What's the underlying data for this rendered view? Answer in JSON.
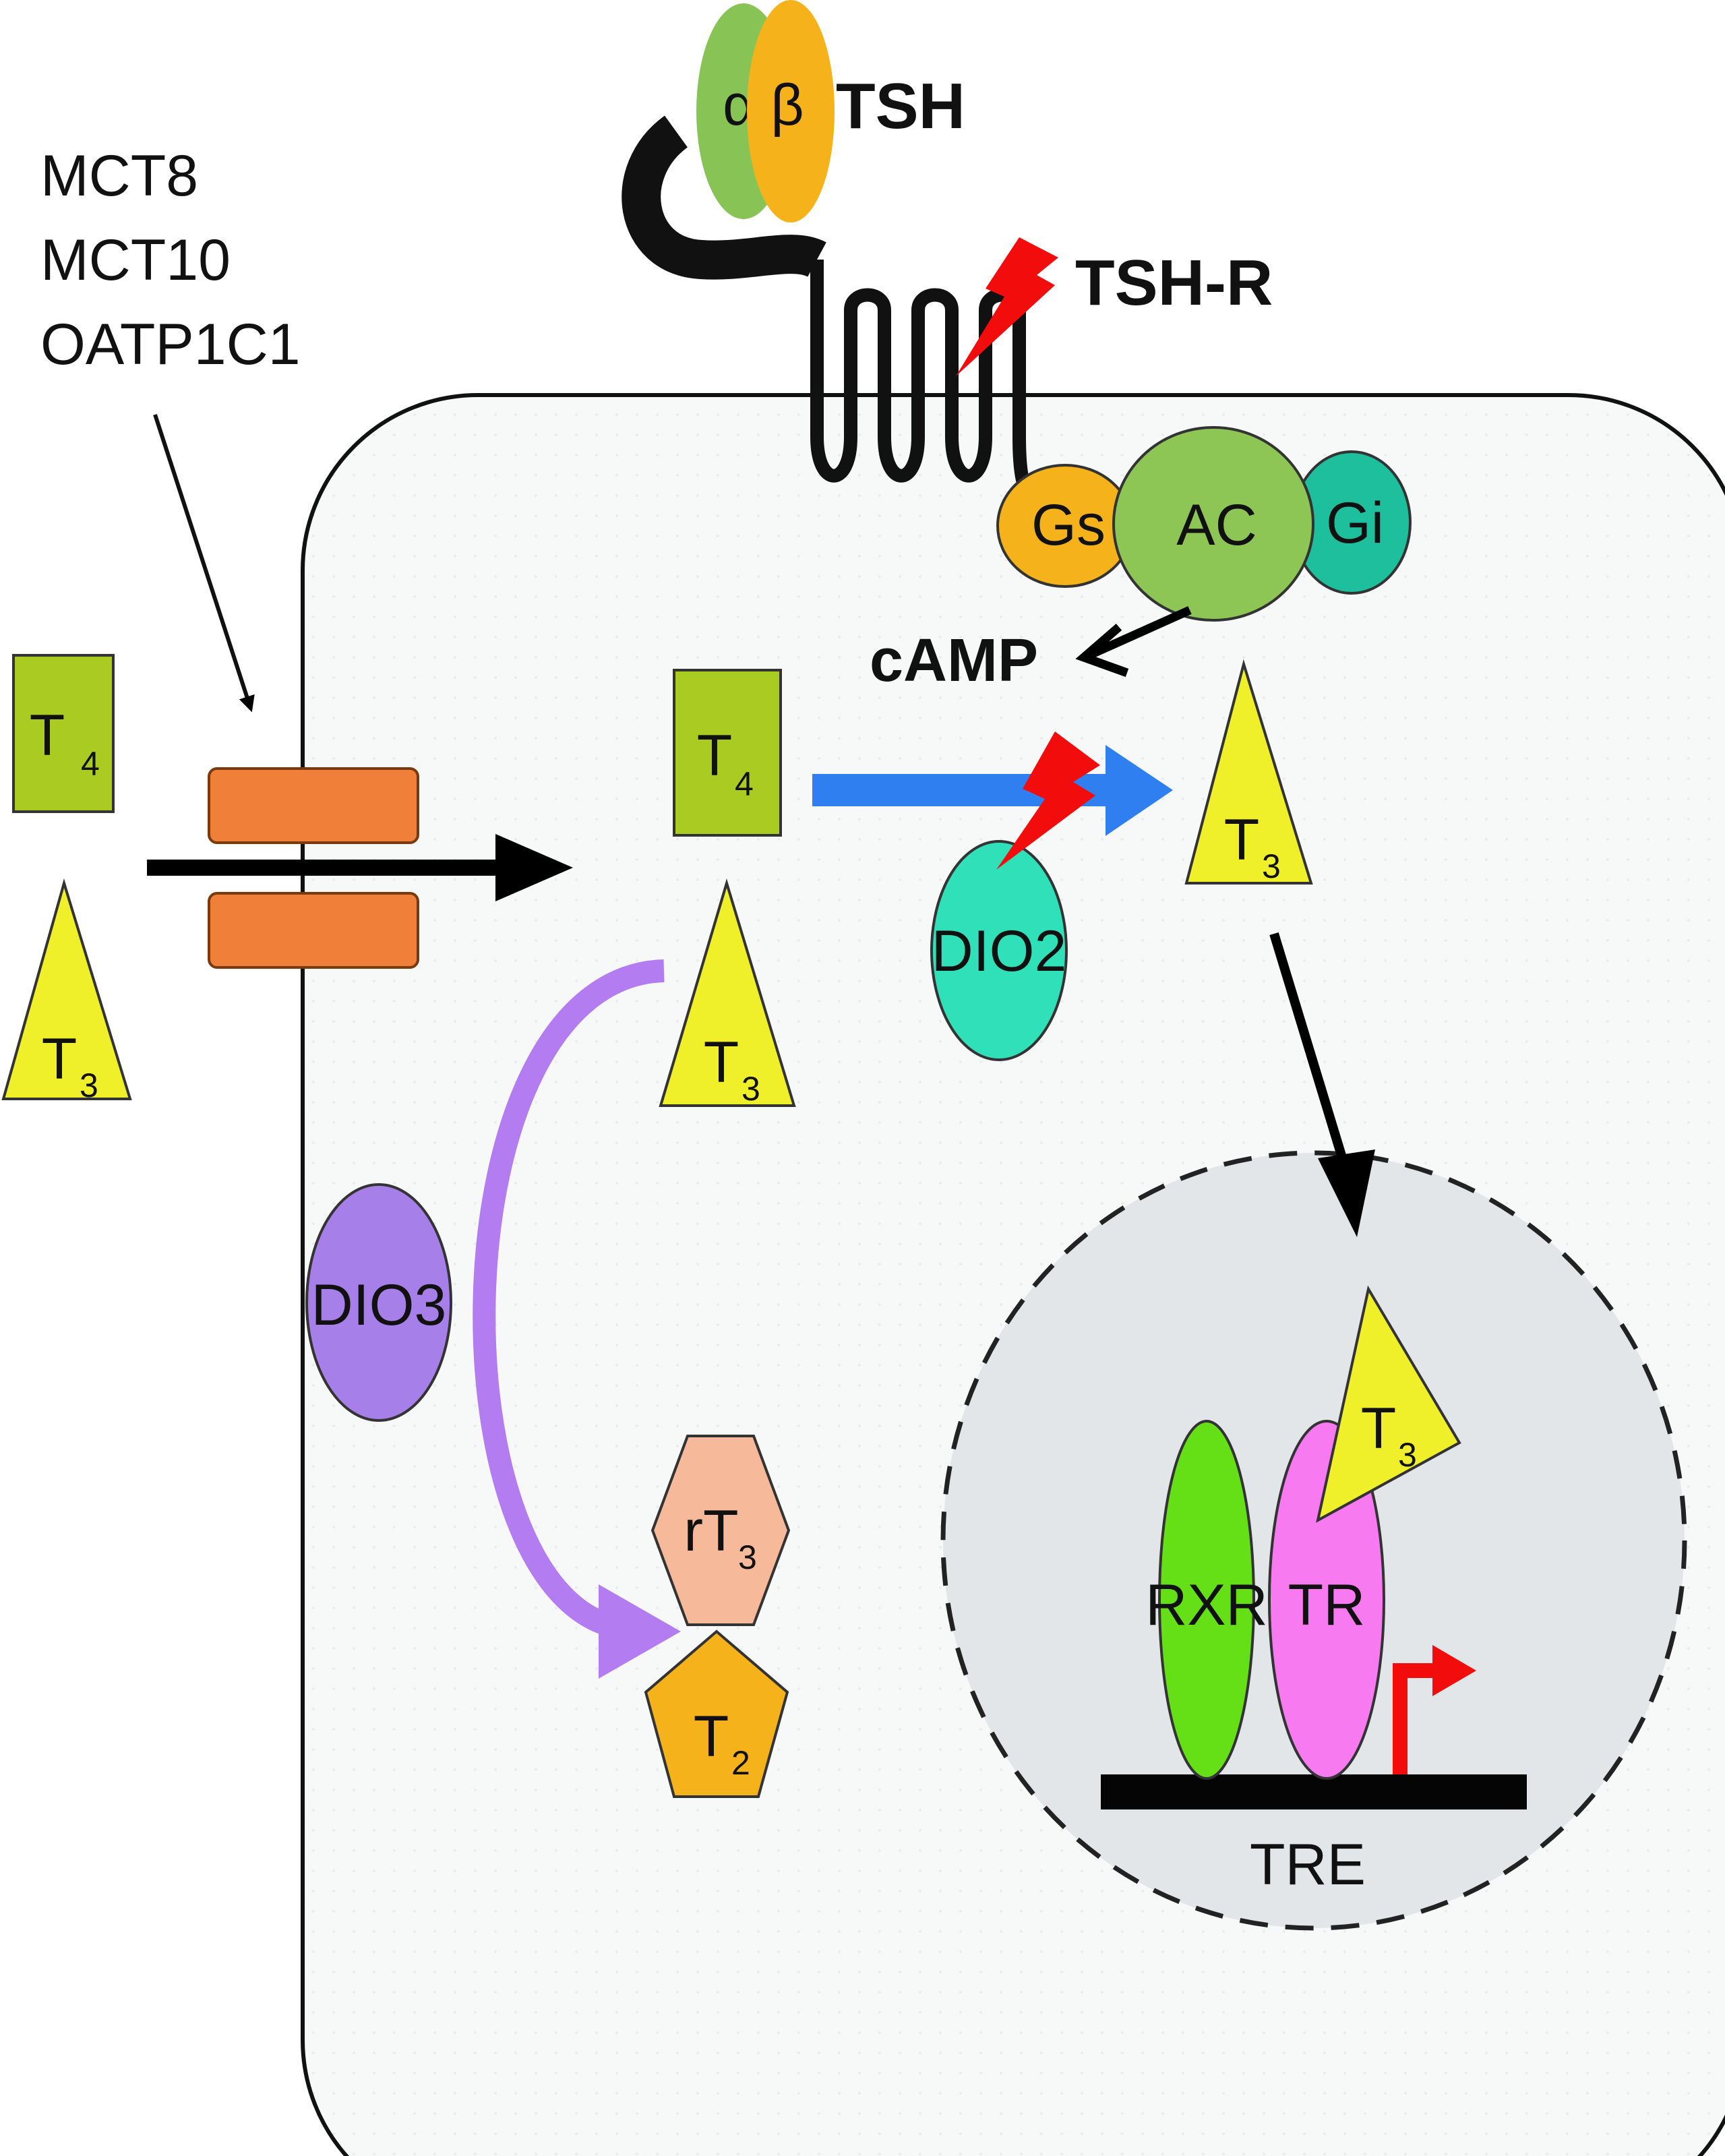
{
  "transporters": {
    "label_1": "MCT8",
    "label_2": "MCT10",
    "label_3": "OATP1C1"
  },
  "tsh": {
    "alpha": "α",
    "beta": "β",
    "label": "TSH"
  },
  "receptor": {
    "label": "TSH-R"
  },
  "g_proteins": {
    "gs": "Gs",
    "ac": "AC",
    "gi": "Gi"
  },
  "camp": "cAMP",
  "hormones": {
    "t4_letter": "T",
    "t4_sub": "4",
    "t3_letter": "T",
    "t3_sub": "3",
    "rt3_letter": "rT",
    "rt3_sub": "3",
    "t2_letter": "T",
    "t2_sub": "2"
  },
  "enzymes": {
    "dio2": "DIO2",
    "dio3": "DIO3"
  },
  "nucleus": {
    "rxr": "RXR",
    "tr": "TR",
    "tre": "TRE"
  },
  "colors": {
    "t4_fill": "#aacc22",
    "t3_fill": "#f0f02a",
    "transporter": "#f07f3a",
    "tsh_alpha": "#88c455",
    "tsh_beta": "#f5b21a",
    "gs": "#f5b21a",
    "ac": "#8dc655",
    "gi": "#1dbf9c",
    "dio2": "#2fe0b8",
    "dio3": "#a77fe8",
    "dio3_arrow": "#b37cf0",
    "dio2_arrow": "#2f7ff0",
    "rt3": "#f6b99a",
    "t2": "#f5b21a",
    "rxr": "#66e016",
    "tr": "#f77af0",
    "lightning": "#f20c0c",
    "nucleus_fill": "#e2e6e8"
  }
}
